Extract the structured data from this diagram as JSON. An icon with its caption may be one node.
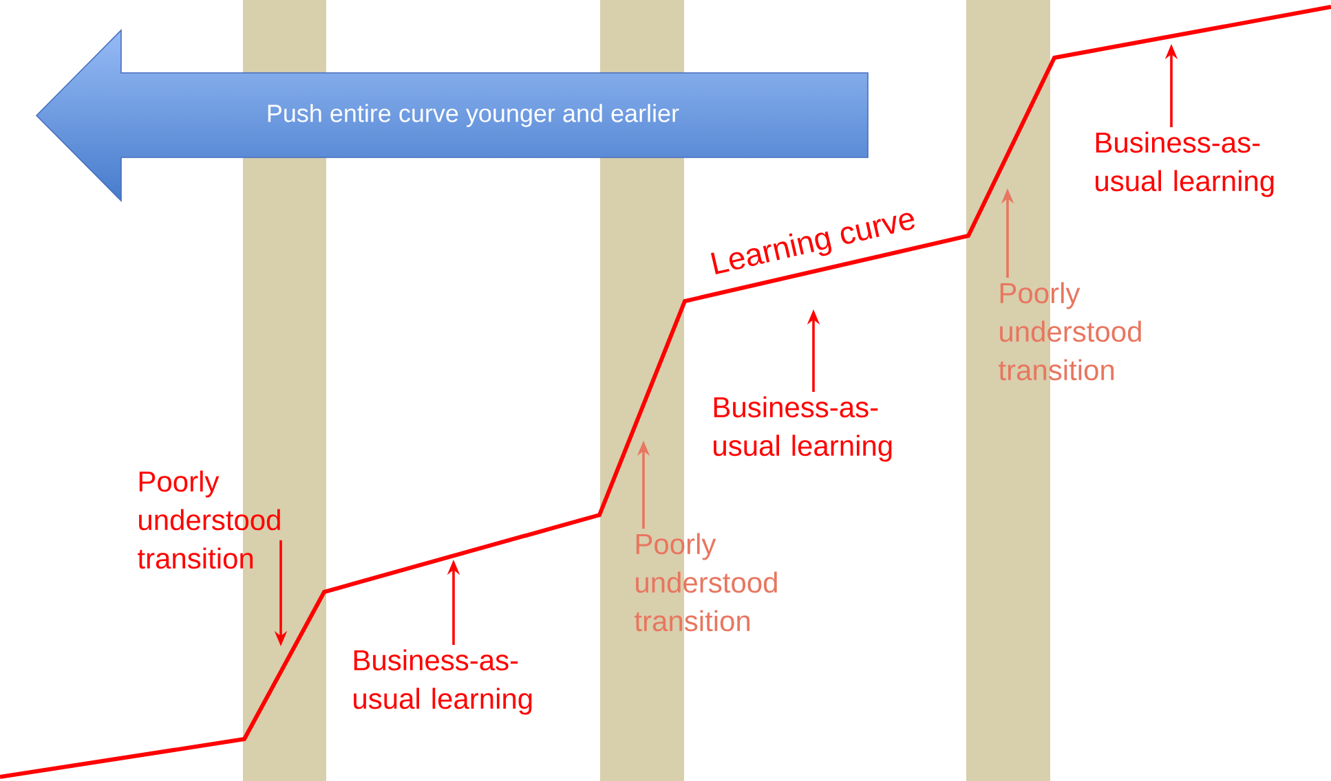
{
  "diagram": {
    "nodes": [
      {
        "text": [
          "Push entire curve younger and earlier"
        ]
      },
      {
        "text": [
          "Poorly understood transition"
        ]
      },
      {
        "text": [
          "Business-as-usual learning"
        ]
      },
      {
        "text": [
          "Poorly understood transition"
        ]
      },
      {
        "text": [
          "Business-as-usual learning"
        ]
      },
      {
        "text": [
          "Poorly understood transition"
        ]
      },
      {
        "text": [
          "Business-as-usual learning"
        ]
      }
    ],
    "edges": [
      {
        "from": 1,
        "to": null,
        "arrow": "to"
      },
      {
        "from": 2,
        "to": null,
        "arrow": "to"
      },
      {
        "from": 3,
        "to": null,
        "arrow": "to",
        "color": "#e8765f"
      },
      {
        "from": 4,
        "to": null,
        "arrow": "to"
      },
      {
        "from": 5,
        "to": null,
        "arrow": "to",
        "color": "#e8765f"
      },
      {
        "from": 6,
        "to": null,
        "arrow": "to"
      }
    ],
    "labels": [
      "Learning curve"
    ]
  }
}
